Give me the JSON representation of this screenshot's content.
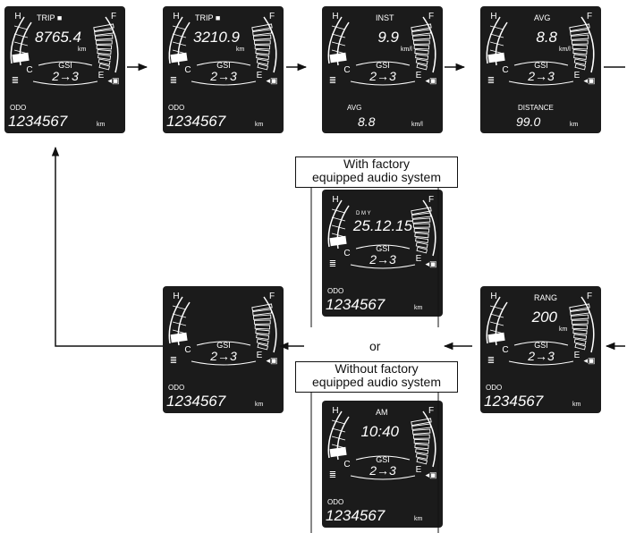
{
  "colors": {
    "display_bg": "#1b1b1b",
    "segment": "#ffffff",
    "line": "#111111"
  },
  "icons": [
    "coolant-temperature-icon",
    "fuel-pump-icon"
  ],
  "gauge_labels": {
    "hot": "H",
    "cold": "C",
    "full": "F",
    "empty": "E",
    "gsi": "GSI",
    "gear": "2→3",
    "odo": "ODO",
    "km": "km"
  },
  "screens": [
    {
      "id": "trip-a",
      "title": "TRIP ■",
      "value": "8765.4",
      "unit": "km",
      "odo": "1234567",
      "km": "km"
    },
    {
      "id": "trip-b",
      "title": "TRIP ■",
      "value": "3210.9",
      "unit": "km",
      "odo": "1234567",
      "km": "km"
    },
    {
      "id": "inst",
      "title": "INST",
      "value": "9.9",
      "unit": "km/l",
      "sub_label": "AVG",
      "sub_value": "8.8",
      "sub_unit": "km/l"
    },
    {
      "id": "avg",
      "title": "AVG",
      "value": "8.8",
      "unit": "km/l",
      "sub_label": "DISTANCE",
      "sub_value": "99.0",
      "sub_unit": "km"
    },
    {
      "id": "date",
      "date_labels": "D   M   Y",
      "value": "25.12.15",
      "odo": "1234567",
      "km": "km"
    },
    {
      "id": "range",
      "title": "RANG",
      "value": "200",
      "unit": "km",
      "odo": "1234567",
      "km": "km"
    },
    {
      "id": "blank",
      "odo": "1234567",
      "km": "km"
    },
    {
      "id": "clock",
      "title": "AM",
      "value": "10:40",
      "odo": "1234567",
      "km": "km"
    }
  ],
  "labels": {
    "with_line1": "With factory",
    "with_line2": "equipped audio system",
    "or": "or",
    "without_line1": "Without factory",
    "without_line2": "equipped audio system"
  }
}
